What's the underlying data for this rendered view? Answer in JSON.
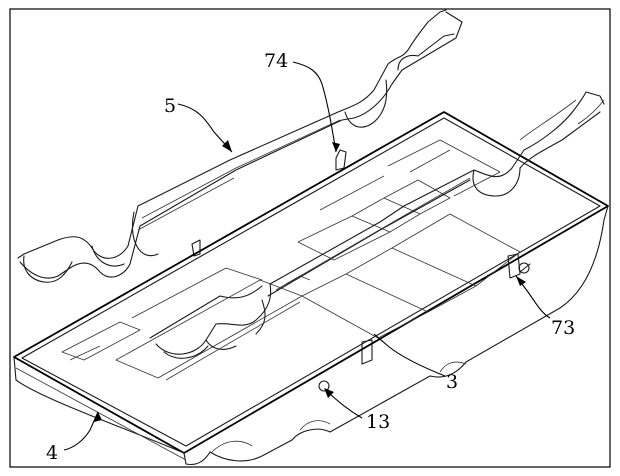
{
  "labels": {
    "l74": "74",
    "l5": "5",
    "l73": "73",
    "l3": "3",
    "l13": "13",
    "l4": "4"
  }
}
